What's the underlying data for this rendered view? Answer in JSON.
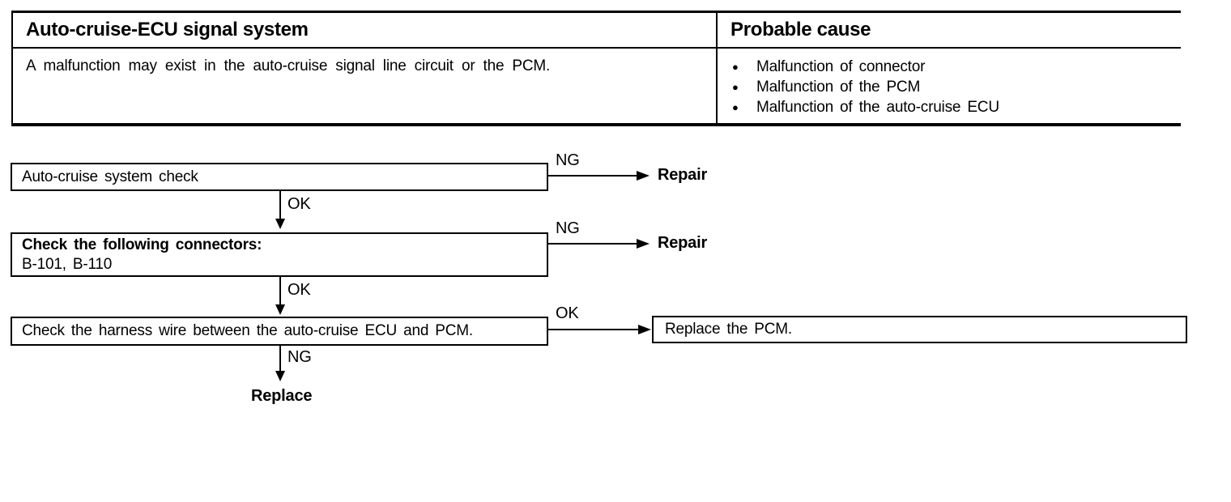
{
  "table": {
    "header_left": "Auto-cruise-ECU signal system",
    "header_right": "Probable cause",
    "symptom": "A malfunction may exist in the auto-cruise signal line circuit or the PCM.",
    "probable_causes": [
      "Malfunction of connector",
      "Malfunction of the PCM",
      "Malfunction of the auto-cruise ECU"
    ]
  },
  "flowchart": {
    "step1": {
      "text": "Auto-cruise system check",
      "ng_label": "NG",
      "ng_result": "Repair",
      "ok_label": "OK"
    },
    "step2": {
      "title": "Check the following connectors:",
      "detail": "B-101, B-110",
      "ng_label": "NG",
      "ng_result": "Repair",
      "ok_label": "OK"
    },
    "step3": {
      "text": "Check the harness wire between the auto-cruise ECU and PCM.",
      "ok_label": "OK",
      "ng_label": "NG",
      "ng_result": "Replace"
    },
    "result_box": {
      "text": "Replace the PCM."
    }
  },
  "icons": {
    "bullet": "●"
  },
  "colors": {
    "ink": "#000000",
    "background": "#ffffff"
  }
}
